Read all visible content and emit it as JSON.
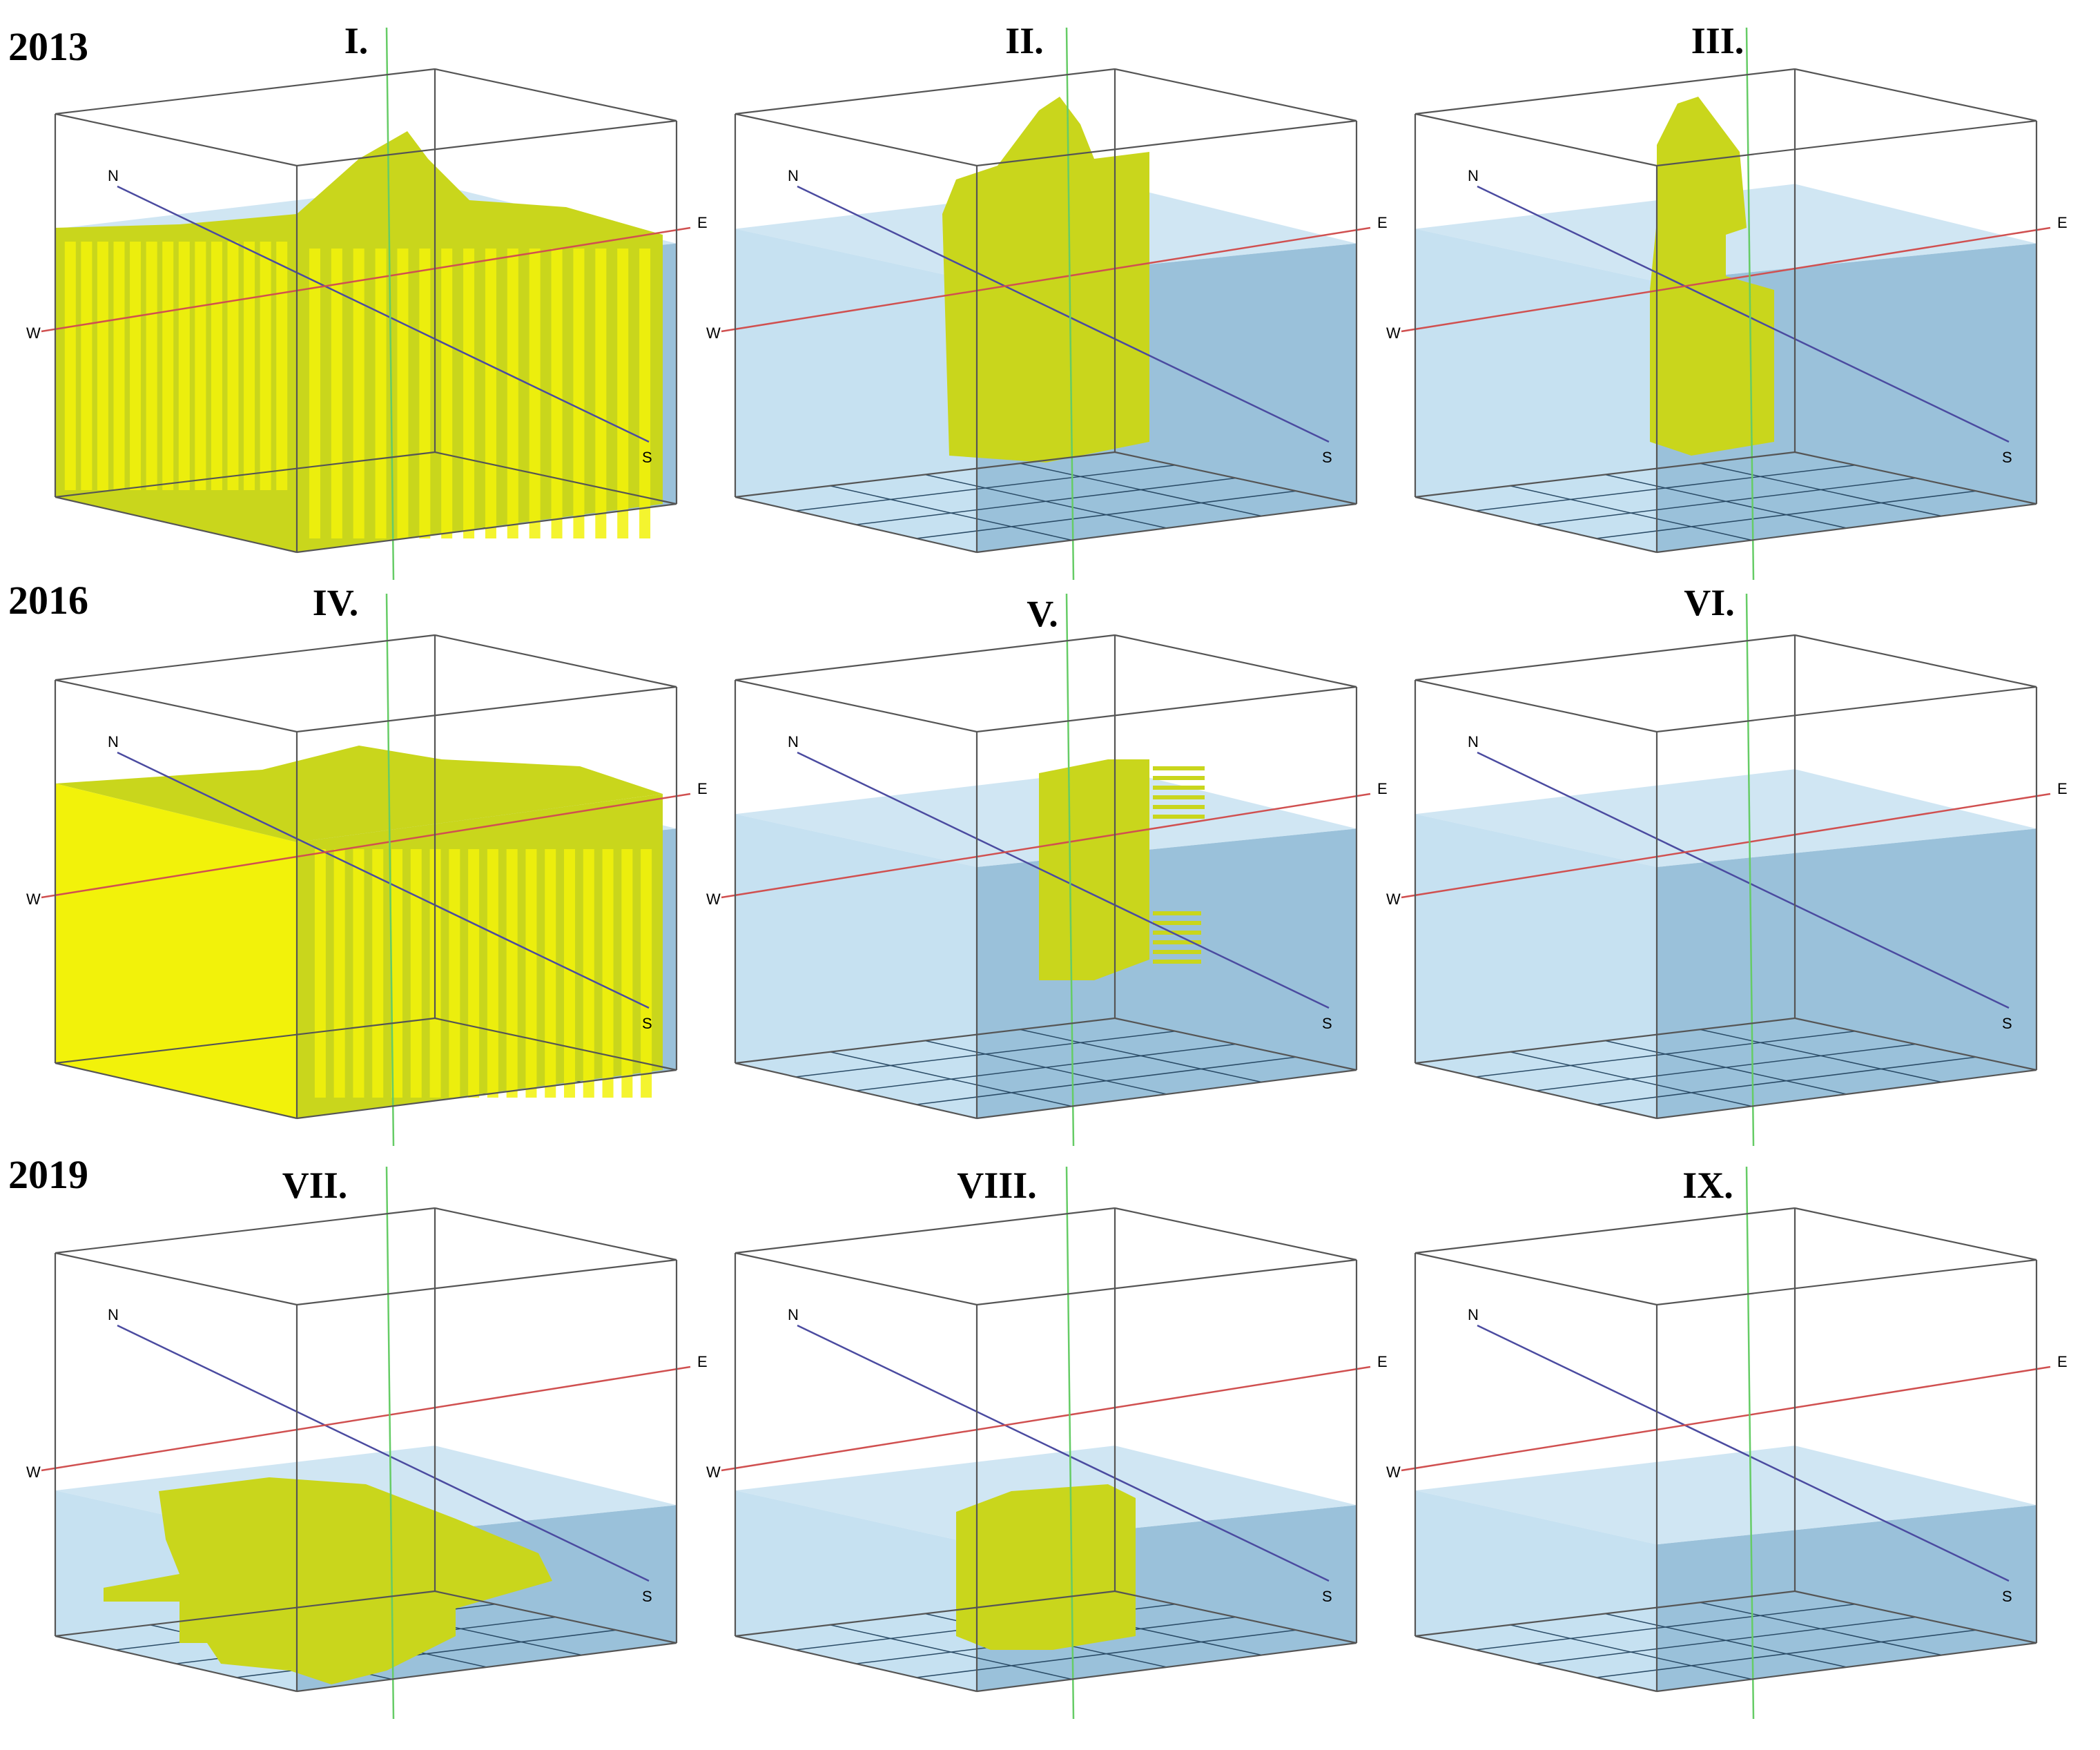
{
  "rows": [
    {
      "year": "2013",
      "panels": [
        {
          "title": "I.",
          "water": "high",
          "plume": "full"
        },
        {
          "title": "II.",
          "water": "high",
          "plume": "peak"
        },
        {
          "title": "III.",
          "water": "high",
          "plume": "narrow"
        }
      ]
    },
    {
      "year": "2016",
      "panels": [
        {
          "title": "IV.",
          "water": "mid",
          "plume": "fullflat"
        },
        {
          "title": "V.",
          "water": "mid",
          "plume": "column"
        },
        {
          "title": "VI.",
          "water": "mid",
          "plume": "none"
        }
      ]
    },
    {
      "year": "2019",
      "panels": [
        {
          "title": "VII.",
          "water": "low",
          "plume": "lowwide"
        },
        {
          "title": "VIII.",
          "water": "low",
          "plume": "lowcolumn"
        },
        {
          "title": "IX.",
          "water": "low",
          "plume": "none"
        }
      ]
    }
  ],
  "axis_labels": {
    "north": "N",
    "south": "S",
    "east": "E",
    "west": "W"
  },
  "colors": {
    "box_edge": "#555555",
    "water_light": "#bcdcee",
    "water_dark": "#8fbad6",
    "plume": "#c9d61c",
    "plume_bright": "#f2f20a",
    "axis_ns": "#4b4ba0",
    "axis_we": "#d05050",
    "axis_vertical": "#66cc66"
  }
}
